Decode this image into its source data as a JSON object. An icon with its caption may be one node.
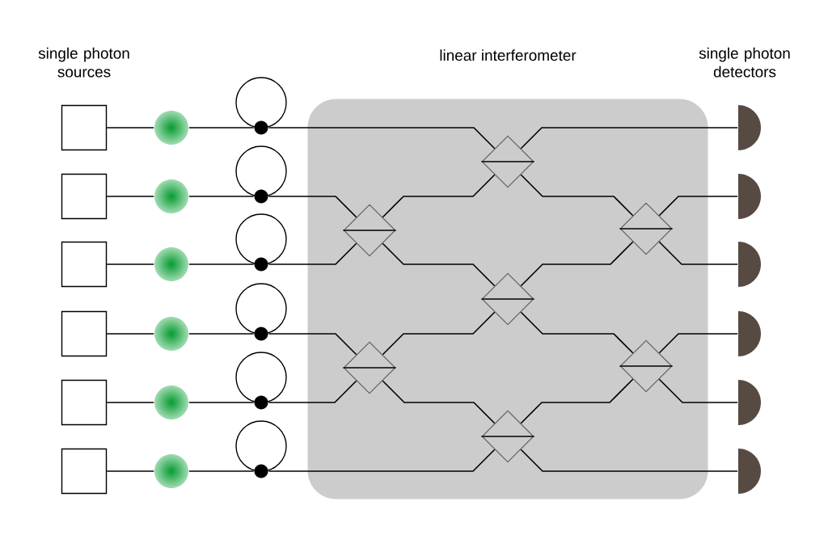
{
  "diagram": {
    "nodes": [
      {
        "text": [],
        "shape": "box"
      },
      {
        "text": [],
        "shape": "box"
      },
      {
        "text": [],
        "shape": "box"
      },
      {
        "text": [],
        "shape": "box"
      },
      {
        "text": [],
        "shape": "box"
      },
      {
        "text": [],
        "shape": "box"
      },
      {
        "text": [],
        "shape": "circle"
      },
      {
        "text": [],
        "shape": "circle"
      },
      {
        "text": [],
        "shape": "circle"
      },
      {
        "text": [],
        "shape": "circle"
      },
      {
        "text": [],
        "shape": "circle"
      },
      {
        "text": [],
        "shape": "circle"
      },
      {
        "text": [],
        "shape": "loop"
      },
      {
        "text": [],
        "shape": "loop"
      },
      {
        "text": [],
        "shape": "loop"
      },
      {
        "text": [],
        "shape": "loop"
      },
      {
        "text": [],
        "shape": "loop"
      },
      {
        "text": [],
        "shape": "loop"
      },
      {
        "text": [
          "linear interferometer"
        ]
      },
      {
        "text": [],
        "shape": "diamond",
        "in": 18
      },
      {
        "text": [],
        "shape": "diamond",
        "in": 18
      },
      {
        "text": [],
        "shape": "diamond",
        "in": 18
      },
      {
        "text": [],
        "shape": "diamond",
        "in": 18
      },
      {
        "text": [],
        "shape": "diamond",
        "in": 18
      },
      {
        "text": [],
        "shape": "diamond",
        "in": 18
      },
      {
        "text": [],
        "shape": "diamond",
        "in": 18
      },
      {
        "text": [],
        "shape": "semicircle"
      },
      {
        "text": [],
        "shape": "semicircle"
      },
      {
        "text": [],
        "shape": "semicircle"
      },
      {
        "text": [],
        "shape": "semicircle"
      },
      {
        "text": [],
        "shape": "semicircle"
      },
      {
        "text": [],
        "shape": "semicircle"
      }
    ],
    "edges": [
      {
        "from": 0,
        "to": 6,
        "arrow": "none"
      },
      {
        "from": 1,
        "to": 7,
        "arrow": "none"
      },
      {
        "from": 2,
        "to": 8,
        "arrow": "none"
      },
      {
        "from": 3,
        "to": 9,
        "arrow": "none"
      },
      {
        "from": 4,
        "to": 10,
        "arrow": "none"
      },
      {
        "from": 5,
        "to": 11,
        "arrow": "none"
      },
      {
        "from": 6,
        "to": 12,
        "arrow": "none"
      },
      {
        "from": 7,
        "to": 13,
        "arrow": "none"
      },
      {
        "from": 8,
        "to": 14,
        "arrow": "none"
      },
      {
        "from": 9,
        "to": 15,
        "arrow": "none"
      },
      {
        "from": 10,
        "to": 16,
        "arrow": "none"
      },
      {
        "from": 11,
        "to": 17,
        "arrow": "none"
      },
      {
        "from": 12,
        "to": 21,
        "arrow": "none"
      },
      {
        "from": 13,
        "to": 19,
        "arrow": "none"
      },
      {
        "from": 14,
        "to": 19,
        "arrow": "none"
      },
      {
        "from": 15,
        "to": 20,
        "arrow": "none"
      },
      {
        "from": 16,
        "to": 20,
        "arrow": "none"
      },
      {
        "from": 17,
        "to": 23,
        "arrow": "none"
      },
      {
        "from": 19,
        "to": 21,
        "arrow": "none"
      },
      {
        "from": 19,
        "to": 22,
        "arrow": "none"
      },
      {
        "from": 20,
        "to": 22,
        "arrow": "none"
      },
      {
        "from": 20,
        "to": 23,
        "arrow": "none"
      },
      {
        "from": 21,
        "to": 24,
        "arrow": "none"
      },
      {
        "from": 22,
        "to": 24,
        "arrow": "none"
      },
      {
        "from": 22,
        "to": 25,
        "arrow": "none"
      },
      {
        "from": 23,
        "to": 25,
        "arrow": "none"
      },
      {
        "from": 21,
        "to": 26,
        "arrow": "none"
      },
      {
        "from": 24,
        "to": 27,
        "arrow": "none"
      },
      {
        "from": 24,
        "to": 28,
        "arrow": "none"
      },
      {
        "from": 25,
        "to": 29,
        "arrow": "none"
      },
      {
        "from": 25,
        "to": 30,
        "arrow": "none"
      },
      {
        "from": 23,
        "to": 31,
        "arrow": "none"
      }
    ],
    "labels": [
      "single photon sources",
      "single photon detectors"
    ]
  }
}
